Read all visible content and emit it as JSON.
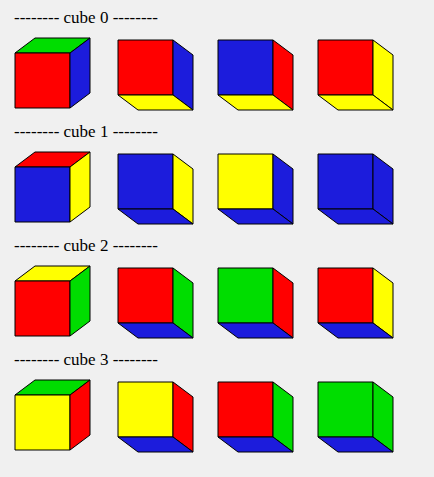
{
  "diagram": {
    "labels": [
      "-------- cube 0 --------",
      "-------- cube 1 --------",
      "-------- cube 2 --------",
      "-------- cube 3 --------"
    ]
  }
}
